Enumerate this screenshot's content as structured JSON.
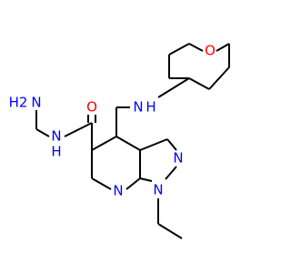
{
  "molecule": {
    "atoms": {
      "o_ring": {
        "label": "O"
      },
      "n_amine": {
        "label": "N",
        "label_h": "H"
      },
      "o_carbonyl": {
        "label": "O"
      },
      "n_hydrazide": {
        "label": "N",
        "label_h": "H"
      },
      "n_terminal": {
        "label": "N",
        "label_h2": "H2"
      },
      "n_pyrazole2": {
        "label": "N"
      },
      "n_pyrazole1": {
        "label": "N"
      },
      "n_pyridine": {
        "label": "N"
      }
    },
    "colors": {
      "bond": "#000000",
      "nitrogen": "#0000ff",
      "oxygen": "#ff0000",
      "background": "#ffffff"
    }
  }
}
